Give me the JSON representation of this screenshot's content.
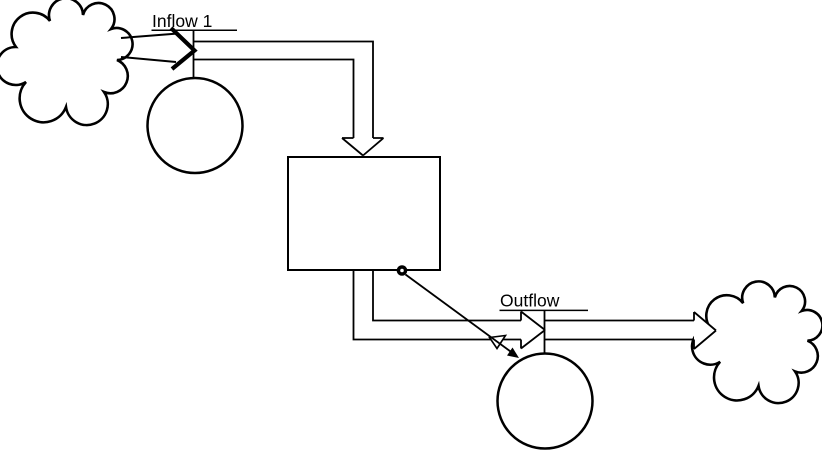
{
  "diagram": {
    "type": "stock-and-flow",
    "labels": {
      "inflow": "Inflow 1",
      "outflow": "Outflow"
    },
    "colors": {
      "line": "#000000",
      "fill": "#ffffff"
    },
    "elements": [
      {
        "kind": "cloud",
        "role": "source"
      },
      {
        "kind": "flow-valve",
        "label": "Inflow 1"
      },
      {
        "kind": "stock"
      },
      {
        "kind": "flow-valve",
        "label": "Outflow"
      },
      {
        "kind": "cloud",
        "role": "sink"
      },
      {
        "kind": "connector",
        "from": "stock",
        "to": "outflow-valve"
      }
    ]
  }
}
